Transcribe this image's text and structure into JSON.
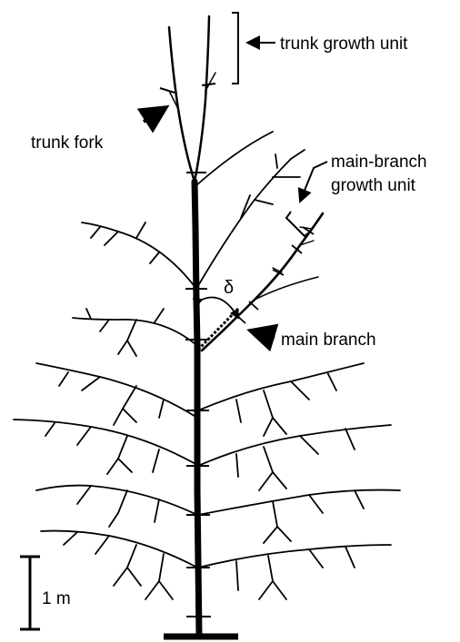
{
  "labels": {
    "trunk_growth_unit": "trunk growth unit",
    "trunk_fork": "trunk fork",
    "main_branch_growth_unit_line1": "main-branch",
    "main_branch_growth_unit_line2": "growth unit",
    "main_branch": "main branch",
    "angle_symbol": "δ",
    "scale_bar": "1 m"
  },
  "colors": {
    "ink": "#000000",
    "background": "#ffffff"
  },
  "icons": [
    "arrow-icon",
    "bracket-icon",
    "angle-arc-icon",
    "scale-bar-icon"
  ]
}
